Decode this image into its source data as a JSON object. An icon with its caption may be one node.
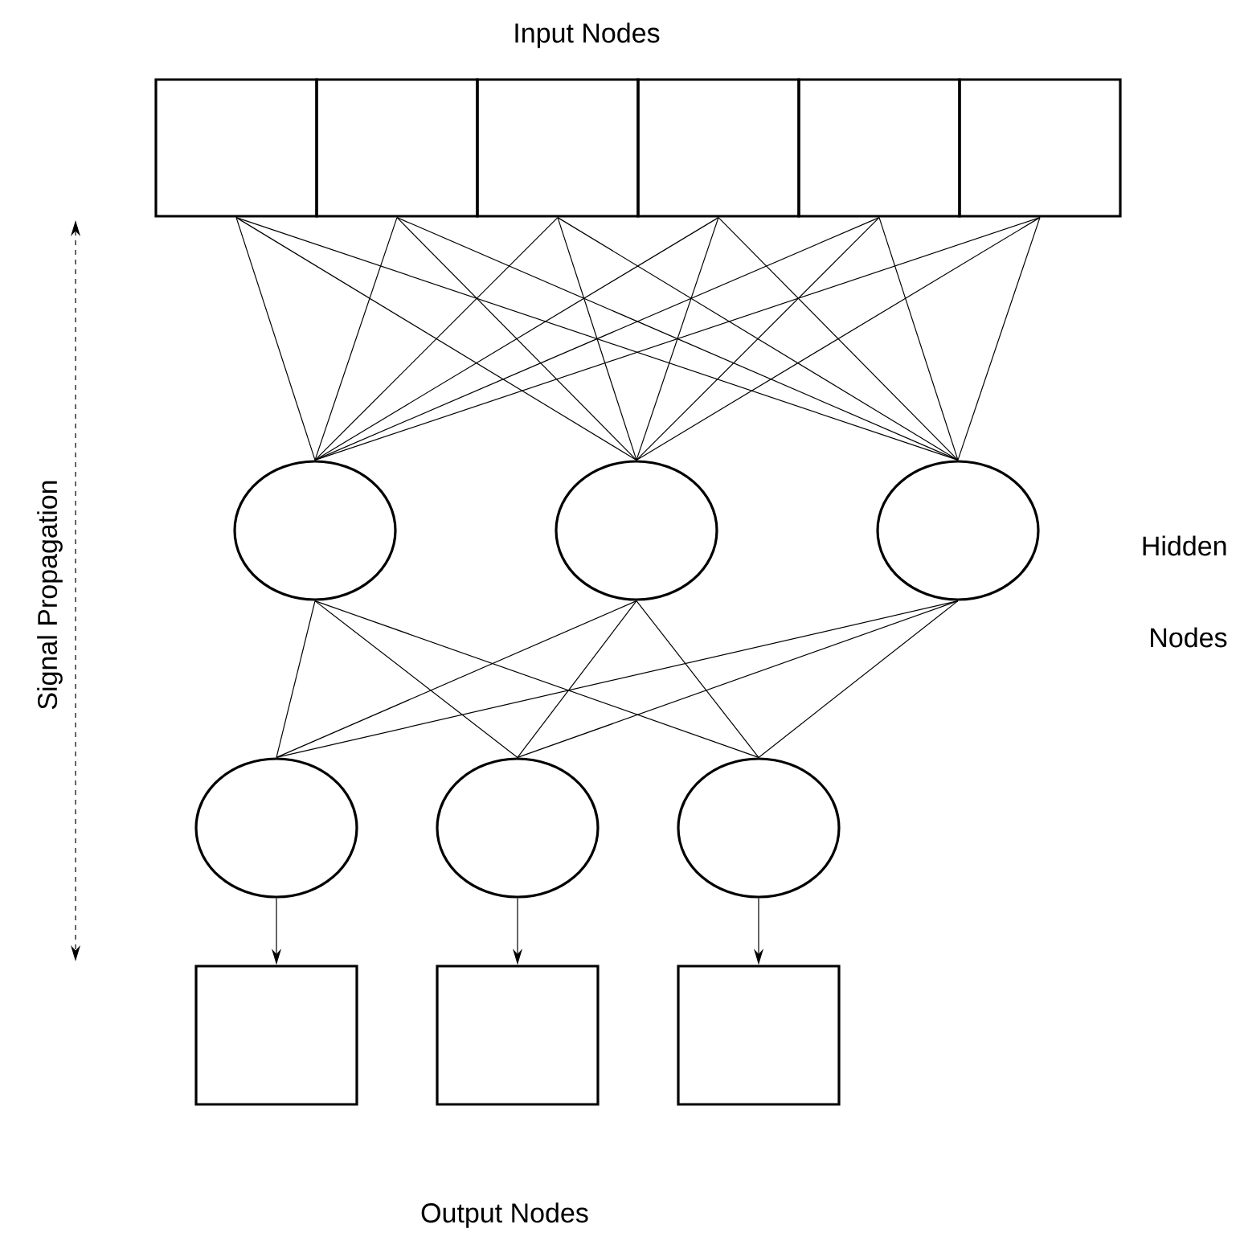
{
  "diagram": {
    "nodes": [
      {
        "text": [],
        "shape": "box"
      },
      {
        "text": [],
        "shape": "box"
      },
      {
        "text": [],
        "shape": "box"
      },
      {
        "text": [],
        "shape": "box"
      },
      {
        "text": [],
        "shape": "box"
      },
      {
        "text": [],
        "shape": "box"
      },
      {
        "text": [],
        "shape": "ellipse"
      },
      {
        "text": [],
        "shape": "ellipse"
      },
      {
        "text": [],
        "shape": "ellipse"
      },
      {
        "text": [],
        "shape": "ellipse"
      },
      {
        "text": [],
        "shape": "ellipse"
      },
      {
        "text": [],
        "shape": "ellipse"
      },
      {
        "text": [],
        "shape": "box"
      },
      {
        "text": [],
        "shape": "box"
      },
      {
        "text": [],
        "shape": "box"
      }
    ],
    "edges": [
      {
        "from": 0,
        "to": 6,
        "arrow": "none"
      },
      {
        "from": 0,
        "to": 7,
        "arrow": "none"
      },
      {
        "from": 0,
        "to": 8,
        "arrow": "none"
      },
      {
        "from": 1,
        "to": 6,
        "arrow": "none"
      },
      {
        "from": 1,
        "to": 7,
        "arrow": "none"
      },
      {
        "from": 1,
        "to": 8,
        "arrow": "none"
      },
      {
        "from": 2,
        "to": 6,
        "arrow": "none"
      },
      {
        "from": 2,
        "to": 7,
        "arrow": "none"
      },
      {
        "from": 2,
        "to": 8,
        "arrow": "none"
      },
      {
        "from": 3,
        "to": 6,
        "arrow": "none"
      },
      {
        "from": 3,
        "to": 7,
        "arrow": "none"
      },
      {
        "from": 3,
        "to": 8,
        "arrow": "none"
      },
      {
        "from": 4,
        "to": 6,
        "arrow": "none"
      },
      {
        "from": 4,
        "to": 7,
        "arrow": "none"
      },
      {
        "from": 4,
        "to": 8,
        "arrow": "none"
      },
      {
        "from": 5,
        "to": 6,
        "arrow": "none"
      },
      {
        "from": 5,
        "to": 7,
        "arrow": "none"
      },
      {
        "from": 5,
        "to": 8,
        "arrow": "none"
      },
      {
        "from": 6,
        "to": 9,
        "arrow": "none"
      },
      {
        "from": 6,
        "to": 10,
        "arrow": "none"
      },
      {
        "from": 6,
        "to": 11,
        "arrow": "none"
      },
      {
        "from": 7,
        "to": 9,
        "arrow": "none"
      },
      {
        "from": 7,
        "to": 10,
        "arrow": "none"
      },
      {
        "from": 7,
        "to": 11,
        "arrow": "none"
      },
      {
        "from": 8,
        "to": 9,
        "arrow": "none"
      },
      {
        "from": 8,
        "to": 10,
        "arrow": "none"
      },
      {
        "from": 8,
        "to": 11,
        "arrow": "none"
      },
      {
        "from": 9,
        "to": 12,
        "arrow": "to"
      },
      {
        "from": 10,
        "to": 13,
        "arrow": "to"
      },
      {
        "from": 11,
        "to": 14,
        "arrow": "to"
      }
    ],
    "labels": [
      "Input Nodes",
      "Signal Propagation",
      "Hidden Nodes",
      "Output Nodes"
    ]
  }
}
